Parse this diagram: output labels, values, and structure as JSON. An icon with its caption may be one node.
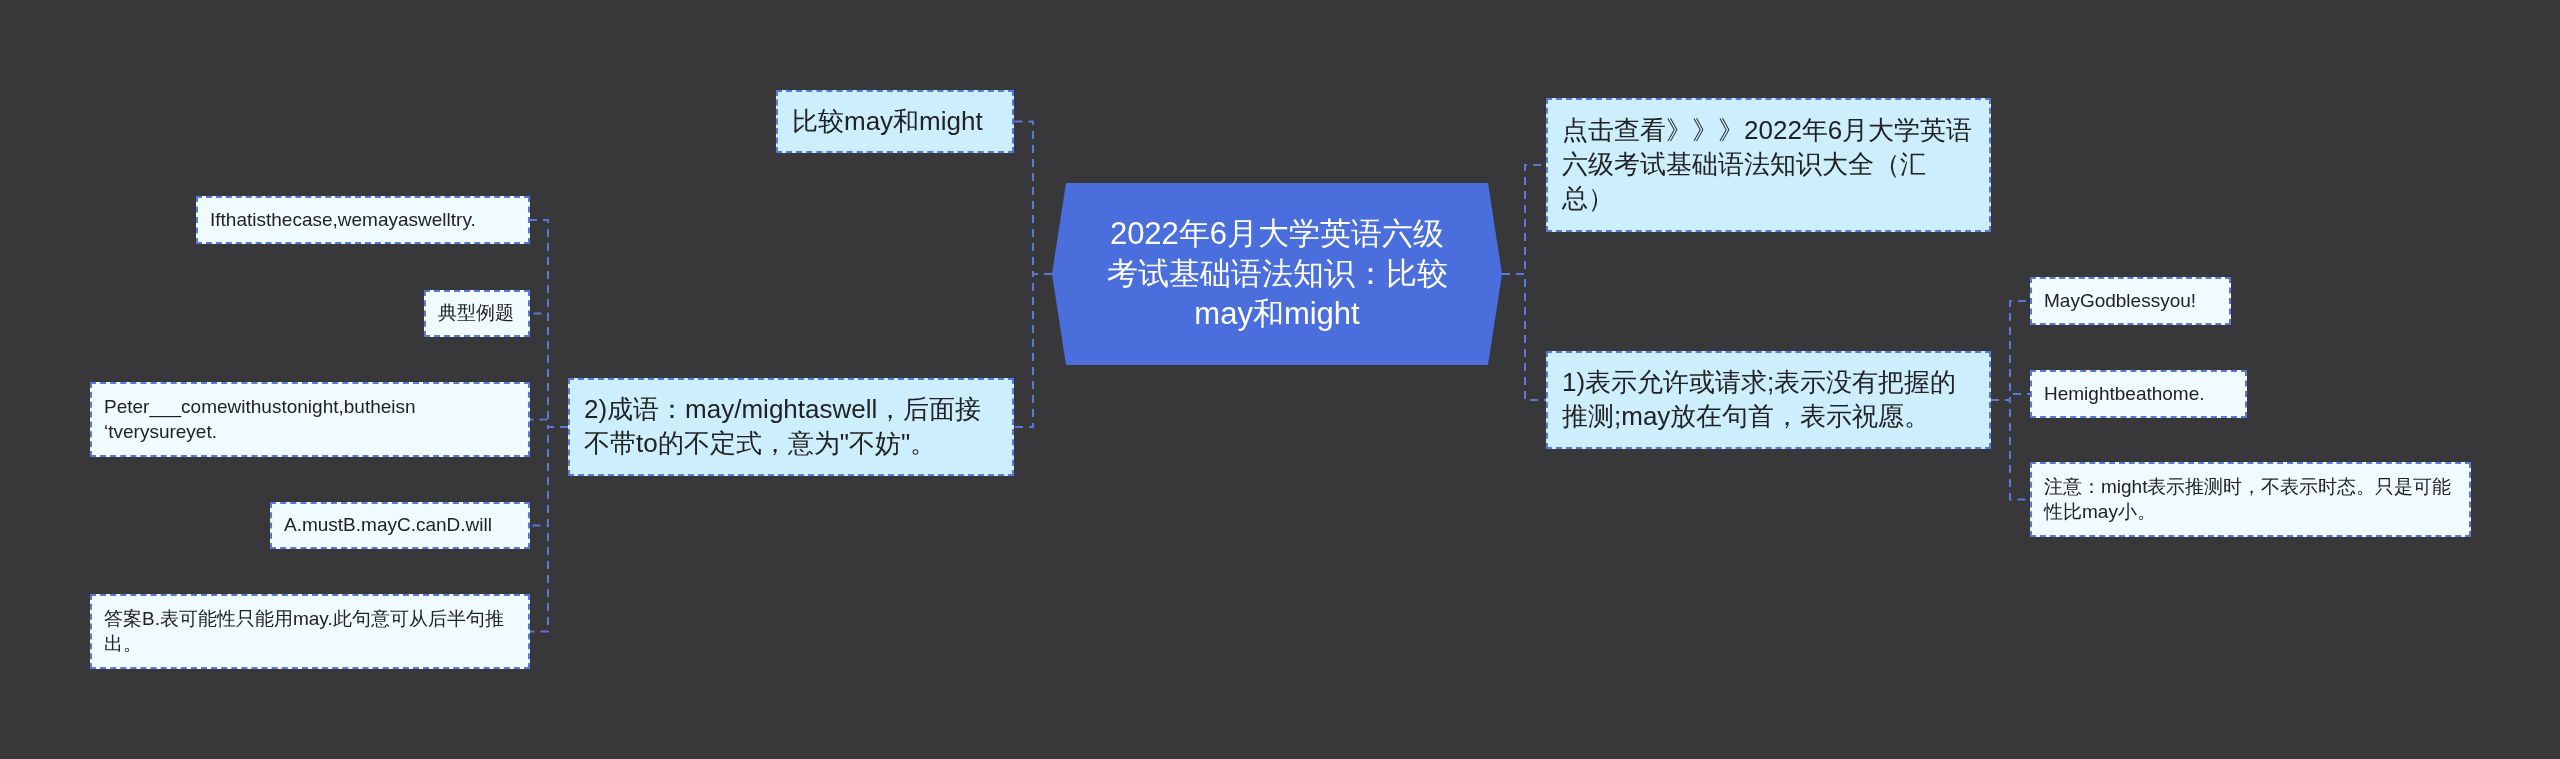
{
  "diagram": {
    "nodes": [
      {
        "text": [
          "2022年6月大学英语六级考试基础语法知识：比较may和might"
        ]
      },
      {
        "text": [
          "比较may和might"
        ]
      },
      {
        "text": [
          "2)成语：may/mightaswell，后面接不带to的不定式，意为\"不妨\"。"
        ]
      },
      {
        "text": [
          "Ifthatisthecase,wemayaswelltry."
        ]
      },
      {
        "text": [
          "典型例题"
        ]
      },
      {
        "text": [
          "Peter___comewithustonight,butheisn ‘tverysureyet."
        ]
      },
      {
        "text": [
          "A.mustB.mayC.canD.will"
        ]
      },
      {
        "text": [
          "答案B.表可能性只能用may.此句意可从后半句推出。"
        ]
      },
      {
        "text": [
          "点击查看》》》2022年6月大学英语六级考试基础语法知识大全（汇总）"
        ]
      },
      {
        "text": [
          "1)表示允许或请求;表示没有把握的推测;may放在句首，表示祝愿。"
        ]
      },
      {
        "text": [
          "MayGodblessyou!"
        ]
      },
      {
        "text": [
          "Hemightbeathome."
        ]
      },
      {
        "text": [
          "注意：might表示推测时，不表示时态。只是可能性比may小。"
        ]
      }
    ],
    "edges": [
      {
        "from": 0,
        "to": 1,
        "arrow": "none"
      },
      {
        "from": 0,
        "to": 2,
        "arrow": "none"
      },
      {
        "from": 2,
        "to": 3,
        "arrow": "none"
      },
      {
        "from": 2,
        "to": 4,
        "arrow": "none"
      },
      {
        "from": 2,
        "to": 5,
        "arrow": "none"
      },
      {
        "from": 2,
        "to": 6,
        "arrow": "none"
      },
      {
        "from": 2,
        "to": 7,
        "arrow": "none"
      },
      {
        "from": 0,
        "to": 8,
        "arrow": "none"
      },
      {
        "from": 0,
        "to": 9,
        "arrow": "none"
      },
      {
        "from": 9,
        "to": 10,
        "arrow": "none"
      },
      {
        "from": 9,
        "to": 11,
        "arrow": "none"
      },
      {
        "from": 9,
        "to": 12,
        "arrow": "none"
      }
    ]
  }
}
